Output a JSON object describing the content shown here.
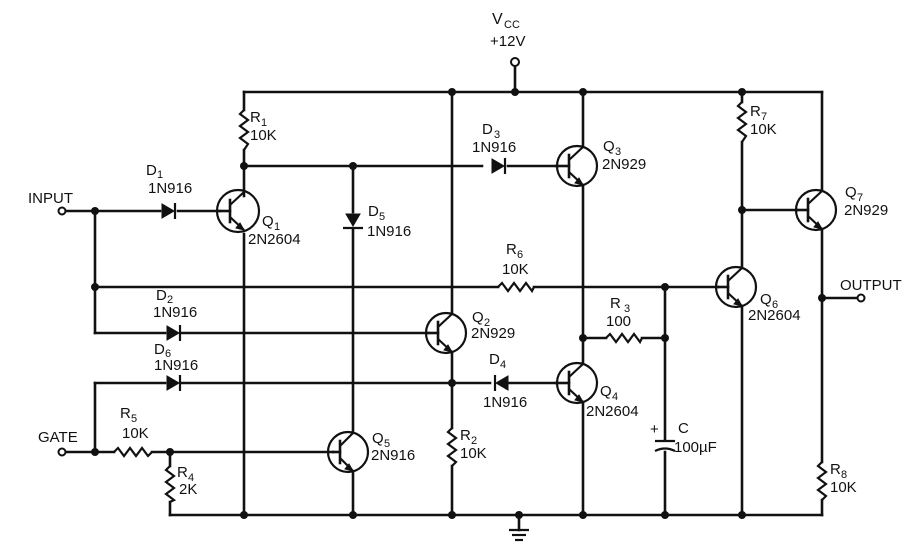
{
  "supply": {
    "name": "V",
    "name_sub": "CC",
    "voltage": "+12V"
  },
  "terminals": {
    "input": "INPUT",
    "gate": "GATE",
    "output": "OUTPUT"
  },
  "resistors": [
    {
      "ref": "R",
      "num": "1",
      "value": "10K"
    },
    {
      "ref": "R",
      "num": "2",
      "value": "10K"
    },
    {
      "ref": "R",
      "num": "3",
      "value": "100"
    },
    {
      "ref": "R",
      "num": "4",
      "value": "2K"
    },
    {
      "ref": "R",
      "num": "5",
      "value": "10K"
    },
    {
      "ref": "R",
      "num": "6",
      "value": "10K"
    },
    {
      "ref": "R",
      "num": "7",
      "value": "10K"
    },
    {
      "ref": "R",
      "num": "8",
      "value": "10K"
    }
  ],
  "diodes": [
    {
      "ref": "D",
      "num": "1",
      "part": "1N916"
    },
    {
      "ref": "D",
      "num": "2",
      "part": "1N916"
    },
    {
      "ref": "D",
      "num": "3",
      "part": "1N916"
    },
    {
      "ref": "D",
      "num": "4",
      "part": "1N916"
    },
    {
      "ref": "D",
      "num": "5",
      "part": "1N916"
    },
    {
      "ref": "D",
      "num": "6",
      "part": "1N916"
    }
  ],
  "transistors": [
    {
      "ref": "Q",
      "num": "1",
      "part": "2N2604"
    },
    {
      "ref": "Q",
      "num": "2",
      "part": "2N929"
    },
    {
      "ref": "Q",
      "num": "3",
      "part": "2N929"
    },
    {
      "ref": "Q",
      "num": "4",
      "part": "2N2604"
    },
    {
      "ref": "Q",
      "num": "5",
      "part": "2N916"
    },
    {
      "ref": "Q",
      "num": "6",
      "part": "2N2604"
    },
    {
      "ref": "Q",
      "num": "7",
      "part": "2N929"
    }
  ],
  "capacitor": {
    "ref": "C",
    "value": "100µF",
    "polarity": "+"
  }
}
